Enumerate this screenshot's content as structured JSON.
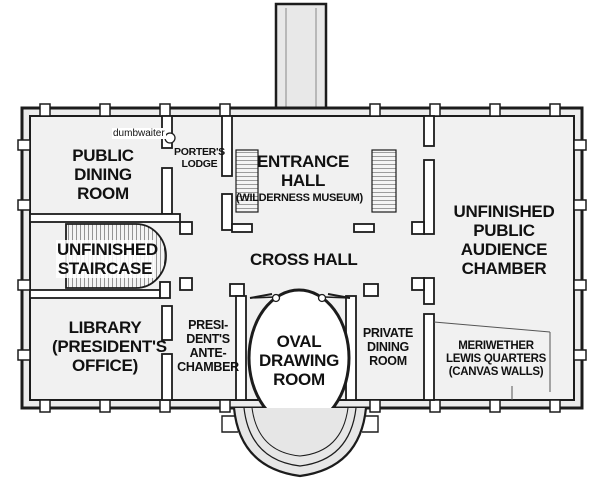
{
  "rooms": {
    "dumbwaiter": "dumbwaiter",
    "porters_lodge": [
      "PORTER'S",
      "LODGE"
    ],
    "public_dining_room": [
      "PUBLIC",
      "DINING",
      "ROOM"
    ],
    "entrance_hall": [
      "ENTRANCE",
      "HALL"
    ],
    "wilderness_museum": "(WILDERNESS MUSEUM)",
    "unfinished_public_audience_chamber": [
      "UNFINISHED",
      "PUBLIC",
      "AUDIENCE",
      "CHAMBER"
    ],
    "unfinished_staircase": [
      "UNFINISHED",
      "STAIRCASE"
    ],
    "cross_hall": "CROSS HALL",
    "library": [
      "LIBRARY",
      "(PRESIDENT'S",
      "OFFICE)"
    ],
    "presidents_antechamber": [
      "PRESI-",
      "DENT'S",
      "ANTE-",
      "CHAMBER"
    ],
    "oval_drawing_room": [
      "OVAL",
      "DRAWING",
      "ROOM"
    ],
    "private_dining_room": [
      "PRIVATE",
      "DINING",
      "ROOM"
    ],
    "meriwether_lewis_quarters": [
      "MERIWETHER",
      "LEWIS QUARTERS",
      "(CANVAS WALLS)"
    ]
  },
  "colors": {
    "wall": "#1c1c1c",
    "floor": "#ececec",
    "background": "#ffffff"
  }
}
